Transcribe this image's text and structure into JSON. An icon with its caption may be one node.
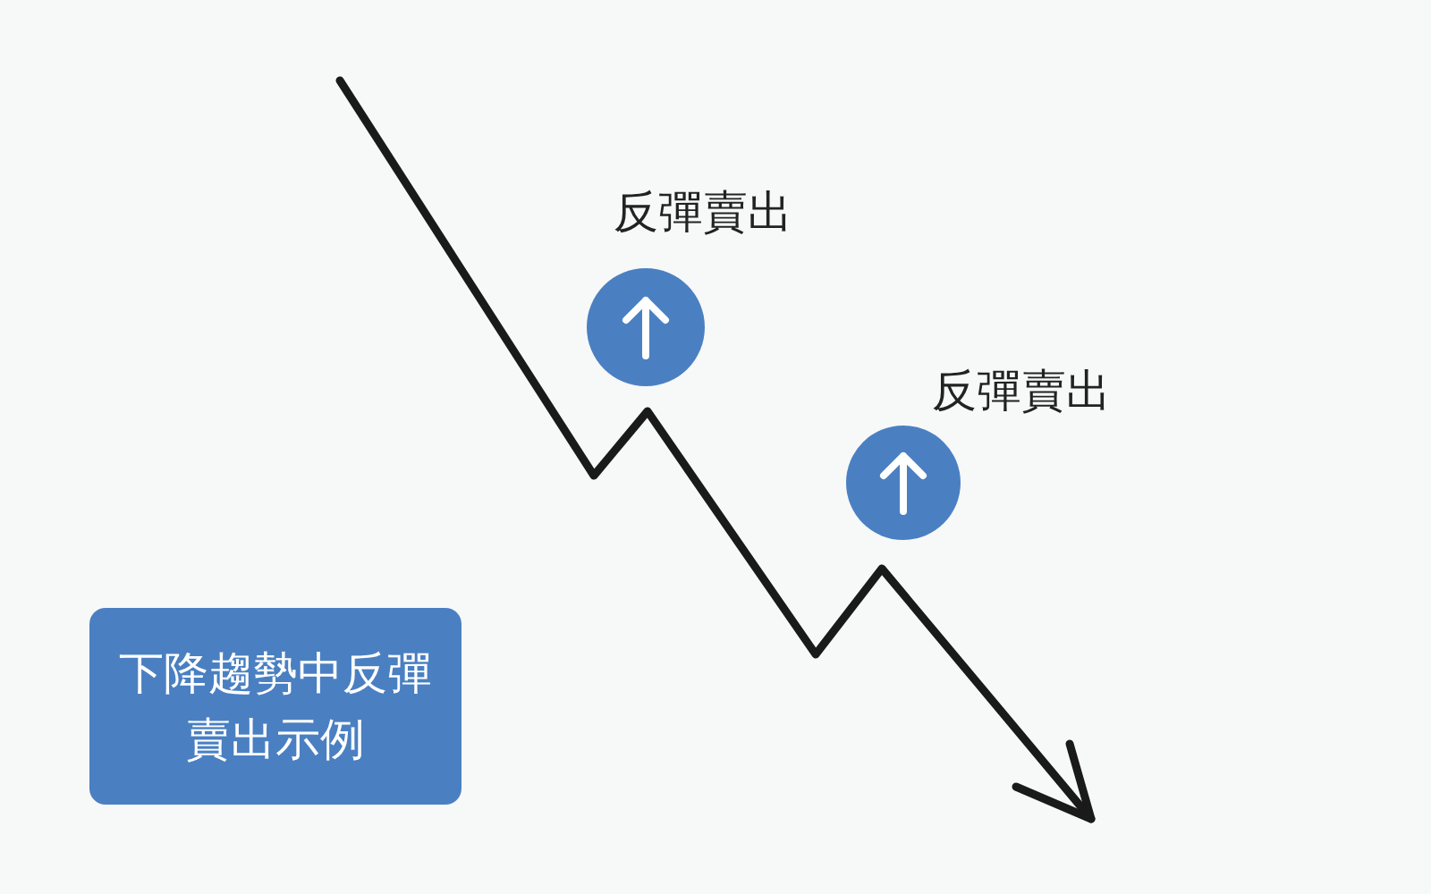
{
  "diagram": {
    "nodes": [
      {
        "text": [
          "下降趨勢中反彈賣出示例"
        ]
      }
    ],
    "labels": [
      "反彈賣出",
      "反彈賣出"
    ]
  }
}
